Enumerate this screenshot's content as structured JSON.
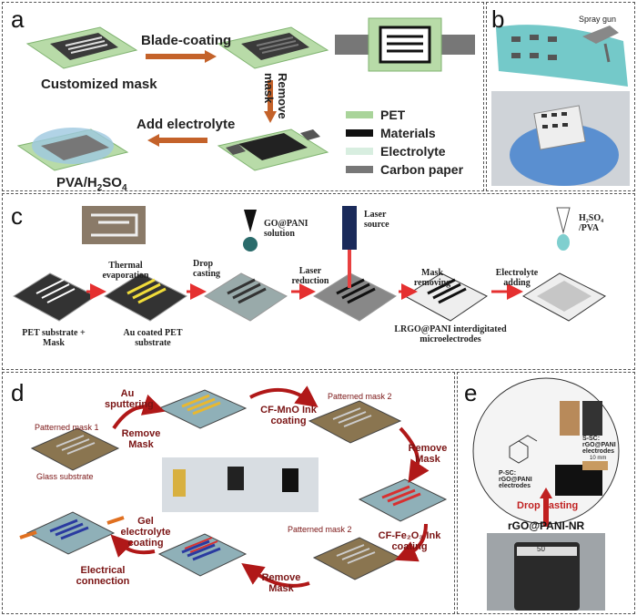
{
  "panels": {
    "a": {
      "label": "a",
      "blade_coating": "Blade-coating",
      "remove_mask": "Remove mask",
      "customized_mask": "Customized mask",
      "add_electrolyte": "Add electrolyte",
      "pva": "PVA/H",
      "pva_sub2": "2",
      "pva_so": "SO",
      "pva_sub4": "4",
      "legend": [
        "PET",
        "Materials",
        "Electrolyte",
        "Carbon paper"
      ],
      "legend_colors": [
        "#a9d49a",
        "#111111",
        "#d8eee0",
        "#777777"
      ]
    },
    "b": {
      "label": "b",
      "spray_gun": "Spray gun"
    },
    "c": {
      "label": "c",
      "thermal": "Thermal evaporation",
      "drop_casting": "Drop casting",
      "go_pani": "GO@PANI solution",
      "laser_source": "Laser source",
      "laser_reduction": "Laser reduction",
      "mask_removing": "Mask removing",
      "h2so4": "H₂SO₄ /PVA",
      "electrolyte_adding": "Electrolyte adding",
      "pet_substrate": "PET substrate + Mask",
      "au_coated": "Au coated PET substrate",
      "lrgo": "LRGO@PANI interdigitated microelectrodes"
    },
    "d": {
      "label": "d",
      "au_sputtering": "Au sputtering",
      "remove_mask_1": "Remove Mask",
      "patterned_mask_1": "Patterned mask 1",
      "glass_substrate": "Glass substrate",
      "cf_mno": "CF-MnO Ink coating",
      "patterned_mask_2a": "Patterned mask 2",
      "remove_mask_2": "Remove Mask",
      "cf_fe2o3": "CF-Fe₂O₃ Ink coating",
      "patterned_mask_2b": "Patterned mask 2",
      "remove_mask_3": "Remove Mask",
      "gel_electrolyte": "Gel electrolyte coating",
      "electrical_connection": "Electrical connection"
    },
    "e": {
      "label": "e",
      "s_sc": "S-SC: rGO@PANI electrodes",
      "p_sc": "P-SC: rGO@PANI electrodes",
      "scale": "10 mm",
      "drop_casting": "Drop casting",
      "rgo_pani_nr": "rGO@PANI-NR",
      "beaker_mark": "50"
    }
  }
}
